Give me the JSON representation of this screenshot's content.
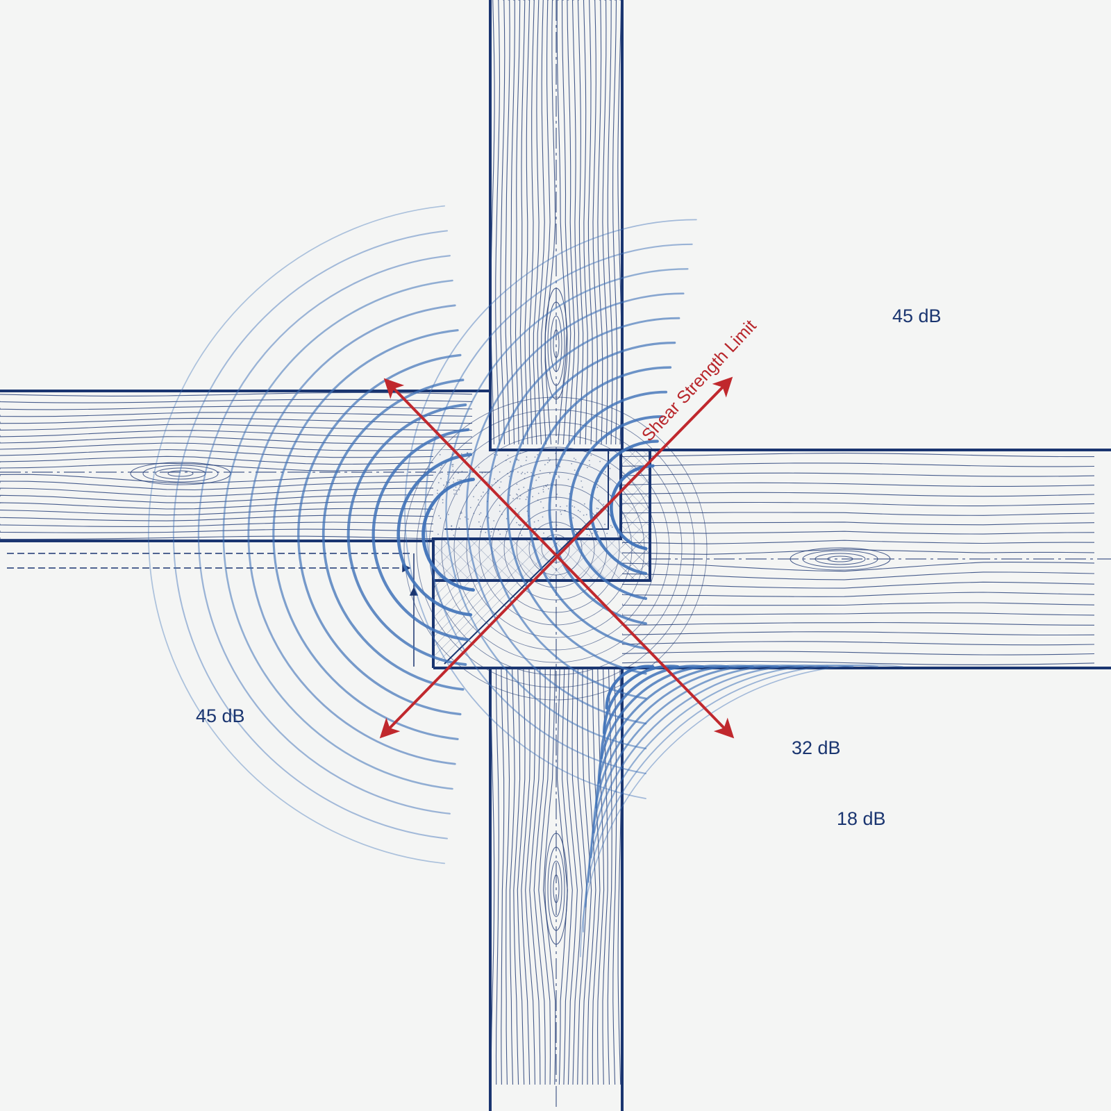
{
  "diagram": {
    "labels": {
      "shear_limit": "Shear Strength Limit",
      "level_top_right": "45 dB",
      "level_left": "45 dB",
      "level_mid_right": "32 dB",
      "level_low_right": "18 dB"
    },
    "colors": {
      "background": "#f4f5f4",
      "ink": "#1a3570",
      "wave": "#3f72b8",
      "arrow": "#c0282d",
      "label_blue": "#1a3570",
      "label_red": "#b8262b"
    }
  }
}
